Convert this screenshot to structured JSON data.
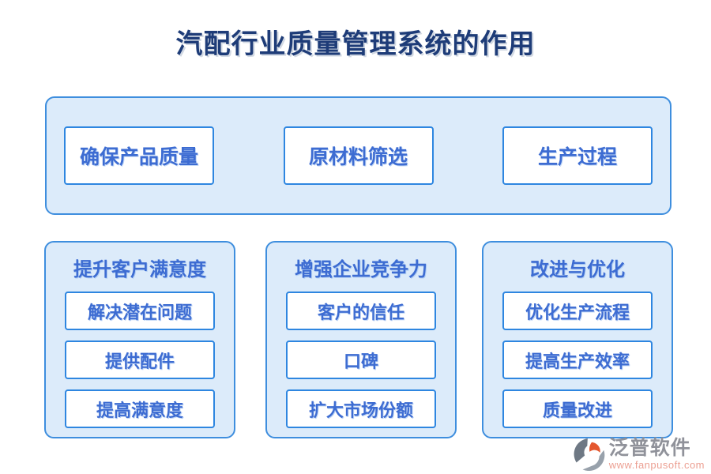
{
  "title": "汽配行业质量管理系统的作用",
  "colors": {
    "title_navy": "#1e3c78",
    "panel_fill": "#dcebfa",
    "panel_border": "#3e8ede",
    "node_border": "#2e86e0",
    "node_text_blue": "#3d6cd2",
    "brand_gray": "#90929a",
    "brand_orange": "#e4572e",
    "url_salmon": "#ec9f92"
  },
  "top_panel": {
    "items": [
      "确保产品质量",
      "原材料筛选",
      "生产过程"
    ]
  },
  "panels": [
    {
      "header": "提升客户满意度",
      "items": [
        "解决潜在问题",
        "提供配件",
        "提高满意度"
      ]
    },
    {
      "header": "增强企业竞争力",
      "items": [
        "客户的信任",
        "口碑",
        "扩大市场份额"
      ]
    },
    {
      "header": "改进与优化",
      "items": [
        "优化生产流程",
        "提高生产效率",
        "质量改进"
      ]
    }
  ],
  "watermark": {
    "brand": "泛普软件",
    "url": "www.fanpusoft.com"
  }
}
